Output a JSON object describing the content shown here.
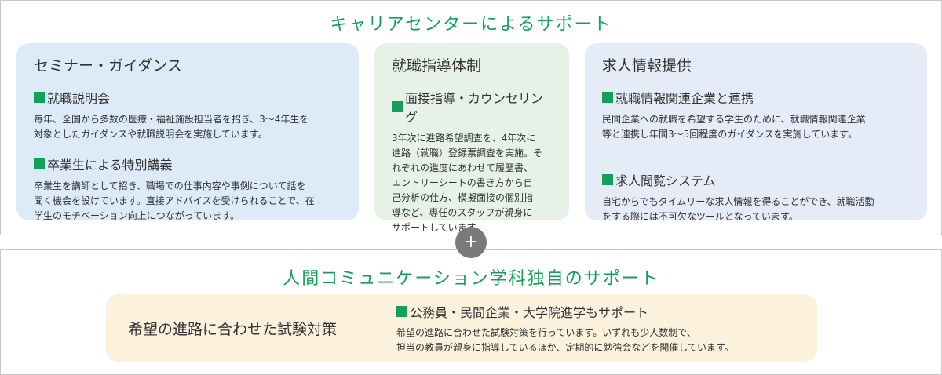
{
  "section1": {
    "title": "キャリアセンターによるサポート",
    "cards": [
      {
        "title": "セミナー・ガイダンス",
        "items": [
          {
            "head": "就職説明会",
            "body_lines": [
              "毎年、全国から多数の医療・福祉施設担当者を招き、3～4年生を",
              "対象としたガイダンスや就職説明会を実施しています。"
            ]
          },
          {
            "head": "卒業生による特別講義",
            "body_lines": [
              "卒業生を講師として招き、職場での仕事内容や事例について話を",
              "聞く機会を設けています。直接アドバイスを受けられることで、在",
              "学生のモチベーション向上につながっています。"
            ]
          }
        ]
      },
      {
        "title": "就職指導体制",
        "items": [
          {
            "head": "面接指導・カウンセリング",
            "body_lines": [
              "3年次に進路希望調査を、4年次に",
              "進路（就職）登録票調査を実施。そ",
              "れぞれの進度にあわせて履歴書、",
              "エントリーシートの書き方から自",
              "己分析の仕方、模擬面接の個別指",
              "導など、専任のスタッフが親身に",
              "サポートしています。"
            ]
          }
        ]
      },
      {
        "title": "求人情報提供",
        "items": [
          {
            "head": "就職情報関連企業と連携",
            "body_lines": [
              "民間企業への就職を希望する学生のために、就職情報関連企業",
              "等と連携し年間3～5回程度のガイダンスを実施しています。"
            ]
          },
          {
            "head": "求人閲覧システム",
            "body_lines": [
              "自宅からでもタイムリーな求人情報を得ることができ、就職活動",
              "をする際には不可欠なツールとなっています。"
            ]
          }
        ]
      }
    ]
  },
  "plus_symbol": "+",
  "section2": {
    "title": "人間コミュニケーション学科独自のサポート",
    "card_title": "希望の進路に合わせた試験対策",
    "item": {
      "head": "公務員・民間企業・大学院進学もサポート",
      "body_lines": [
        "希望の進路に合わせた試験対策を行っています。いずれも少人数制で、",
        "担当の教員が親身に指導しているほか、定期的に勉強会などを開催しています。"
      ]
    }
  },
  "colors": {
    "accent_green": "#14a05a",
    "card_blue": "#ddebf8",
    "card_green": "#e6f1e8",
    "card_lavender": "#e5ecf8",
    "card_cream": "#fcf1dc"
  }
}
